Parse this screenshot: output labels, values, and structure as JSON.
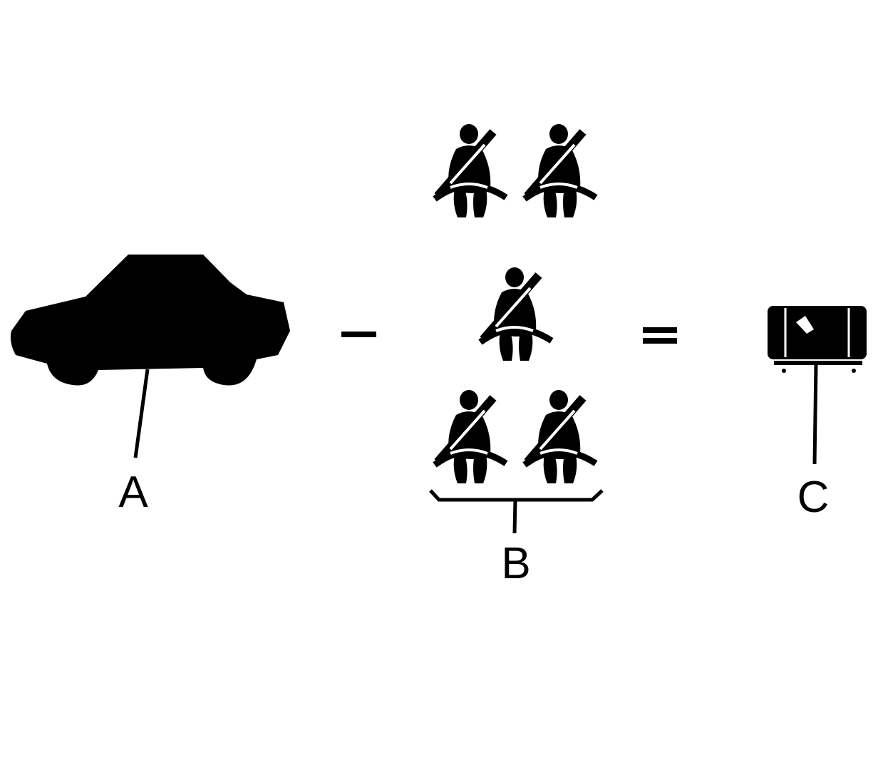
{
  "colors": {
    "ink": "#000000",
    "paper": "#ffffff"
  },
  "equation": {
    "operators": [
      "minus-sign",
      "equals-sign"
    ],
    "term_a": {
      "icon": "car-icon",
      "label": "A"
    },
    "term_b": {
      "icon": "seated-belted-occupant-icon",
      "occupant_count": 5,
      "label": "B"
    },
    "term_c": {
      "icon": "cargo-box-icon",
      "label": "C"
    }
  }
}
